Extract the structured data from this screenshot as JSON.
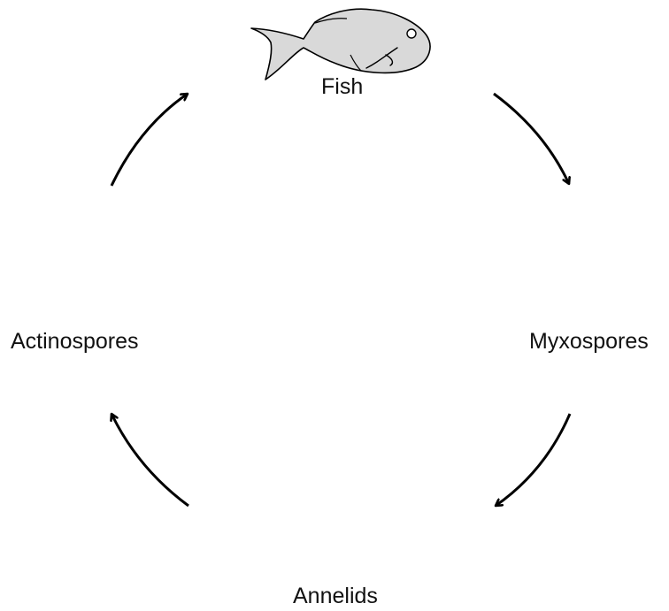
{
  "nodes": {
    "fish": {
      "label": "Fish",
      "icon": "fish-icon"
    },
    "myxospores": {
      "label": "Myxospores",
      "icon": "myxospore-icon"
    },
    "annelids": {
      "label": "Annelids",
      "icon": "worm-icon"
    },
    "actinospores": {
      "label": "Actinospores",
      "icon": "actinospore-icon"
    }
  },
  "colors": {
    "stroke": "#000000",
    "fill": "#d9d9d9",
    "fill_dark": "#bfbfbf",
    "text": "#111111"
  }
}
